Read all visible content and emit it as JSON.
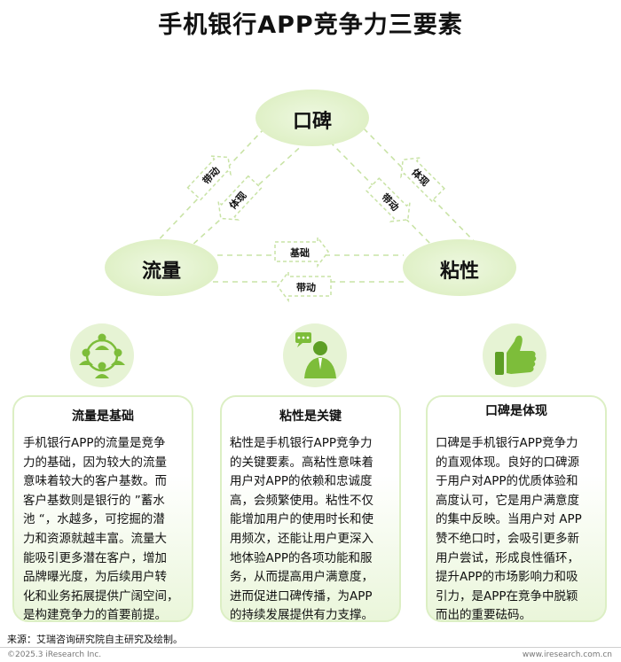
{
  "title": "手机银行APP竞争力三要素",
  "nodes": {
    "top": "口碑",
    "left": "流量",
    "right": "粘性"
  },
  "connectors": {
    "left_top_outer": "带动",
    "left_top_inner": "体现",
    "right_top_outer": "体现",
    "right_top_inner": "带动",
    "bottom_upper": "基础",
    "bottom_lower": "带动"
  },
  "icons": {
    "card1": "people-network-icon",
    "card2": "presenter-icon",
    "card3": "thumbs-up-icon"
  },
  "cards": [
    {
      "title": "流量是基础",
      "lines": [
        "手机银行APP的流量是竞争",
        "力的基础，因为较大的流量",
        "意味着较大的客户基数。而",
        "客户基数则是银行的 ”蓄水",
        "池 “，水越多，可挖掘的潜",
        "力和资源就越丰富。流量大",
        "能吸引更多潜在客户，增加",
        "品牌曝光度，为后续用户转",
        "化和业务拓展提供广阔空间，",
        "是构建竞争力的首要前提。"
      ]
    },
    {
      "title": "粘性是关键",
      "lines": [
        "粘性是手机银行APP竞争力",
        "的关键要素。高粘性意味着",
        "用户对APP的依赖和忠诚度",
        "高，会频繁使用。粘性不仅",
        "能增加用户的使用时长和使",
        "用频次，还能让用户更深入",
        "地体验APP的各项功能和服",
        "务，从而提高用户满意度，",
        "进而促进口碑传播，为APP",
        "的持续发展提供有力支撑。"
      ]
    },
    {
      "title": "口碑是体现",
      "lines": [
        "口碑是手机银行APP竞争力",
        "的直观体现。良好的口碑源",
        "于用户对APP的优质体验和",
        "高度认可，它是用户满意度",
        "的集中反映。当用户对 APP",
        "赞不绝口时，会吸引更多新",
        "用户尝试，形成良性循环，",
        "提升APP的市场影响力和吸",
        "引力，是APP在竞争中脱颖",
        "而出的重要砝码。"
      ]
    }
  ],
  "source": "来源：艾瑞咨询研究院自主研究及绘制。",
  "footer": {
    "left": "©2025.3 iResearch Inc.",
    "right": "www.iresearch.com.cn"
  },
  "colors": {
    "node_fill": "#e4f2cf",
    "dashed_line": "#c9e3a6",
    "arrow_fill": "#ffffff",
    "icon_fill": "#7dbd3a",
    "card_border": "#dcefc4"
  }
}
